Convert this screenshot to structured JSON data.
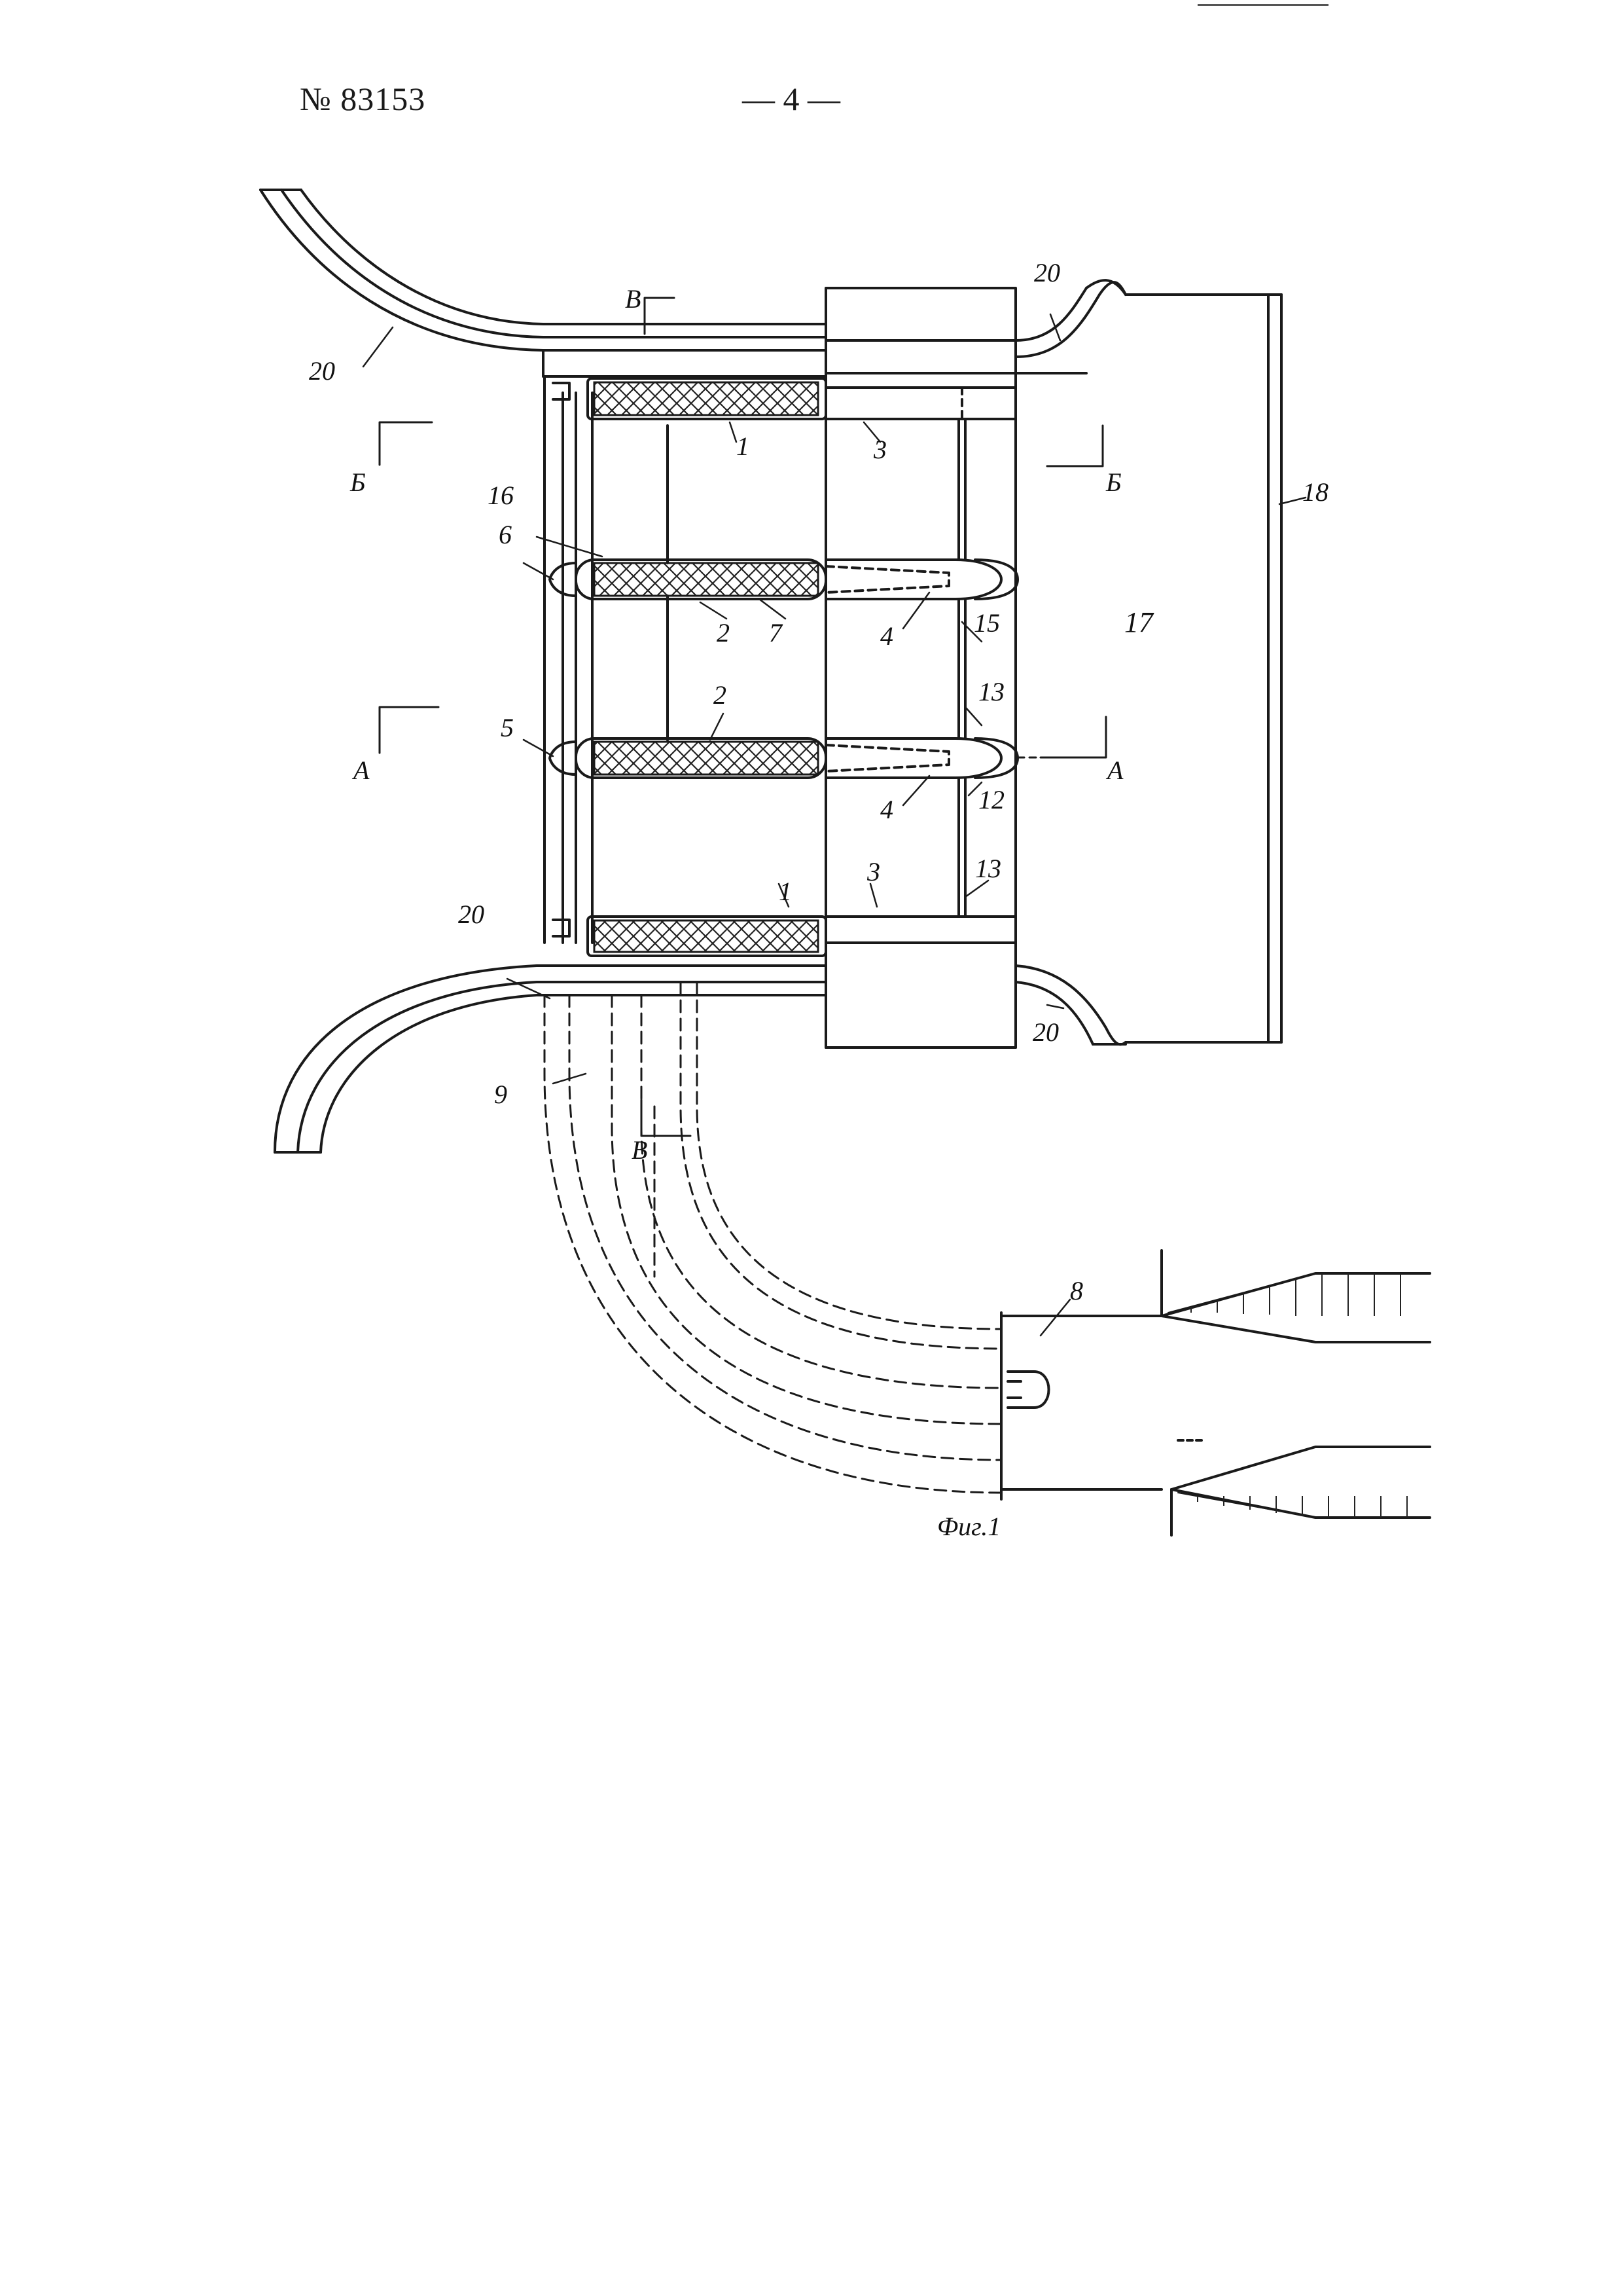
{
  "header": {
    "patent_number": "№ 83153",
    "page_indicator": "— 4 —"
  },
  "figure": {
    "caption": "Фиг.1",
    "labels": {
      "section_b": "Б",
      "section_a": "А",
      "section_v": "В",
      "n1": "1",
      "n2": "2",
      "n3": "3",
      "n4": "4",
      "n5": "5",
      "n6": "6",
      "n7": "7",
      "n8": "8",
      "n9": "9",
      "n12": "12",
      "n13": "13",
      "n15": "15",
      "n16": "16",
      "n17": "17",
      "n18": "18",
      "n20": "20"
    }
  }
}
